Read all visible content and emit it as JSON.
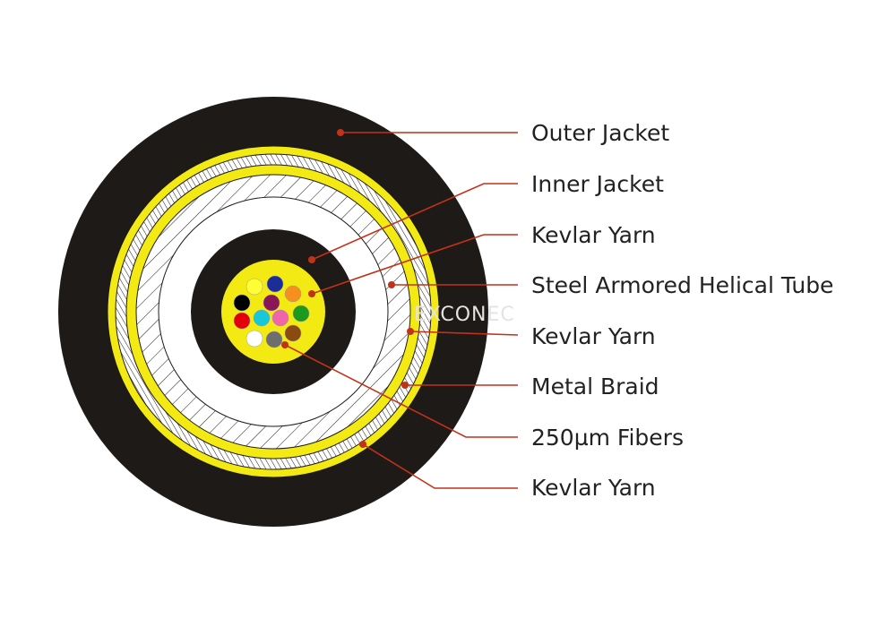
{
  "colors": {
    "jacket": "#1e1a17",
    "kevlar": "#f3ea14",
    "leader": "#c23218",
    "hatch": "#1e1a17",
    "background": "#ffffff"
  },
  "watermark": "EXCONEC",
  "labels": [
    "Outer Jacket",
    "Inner Jacket",
    "Kevlar Yarn",
    "Steel Armored Helical Tube",
    "Kevlar Yarn",
    "Metal Braid",
    "250µm Fibers",
    "Kevlar Yarn"
  ],
  "fibers": [
    {
      "color": "#ffff33"
    },
    {
      "color": "#1c2d99"
    },
    {
      "color": "#000000"
    },
    {
      "color": "#8a1657"
    },
    {
      "color": "#f5901e"
    },
    {
      "color": "#e3000b"
    },
    {
      "color": "#19c8d8"
    },
    {
      "color": "#f064a9"
    },
    {
      "color": "#1d9a1d"
    },
    {
      "color": "#ffffff"
    },
    {
      "color": "#6e6e6e"
    },
    {
      "color": "#8a4a12"
    }
  ]
}
